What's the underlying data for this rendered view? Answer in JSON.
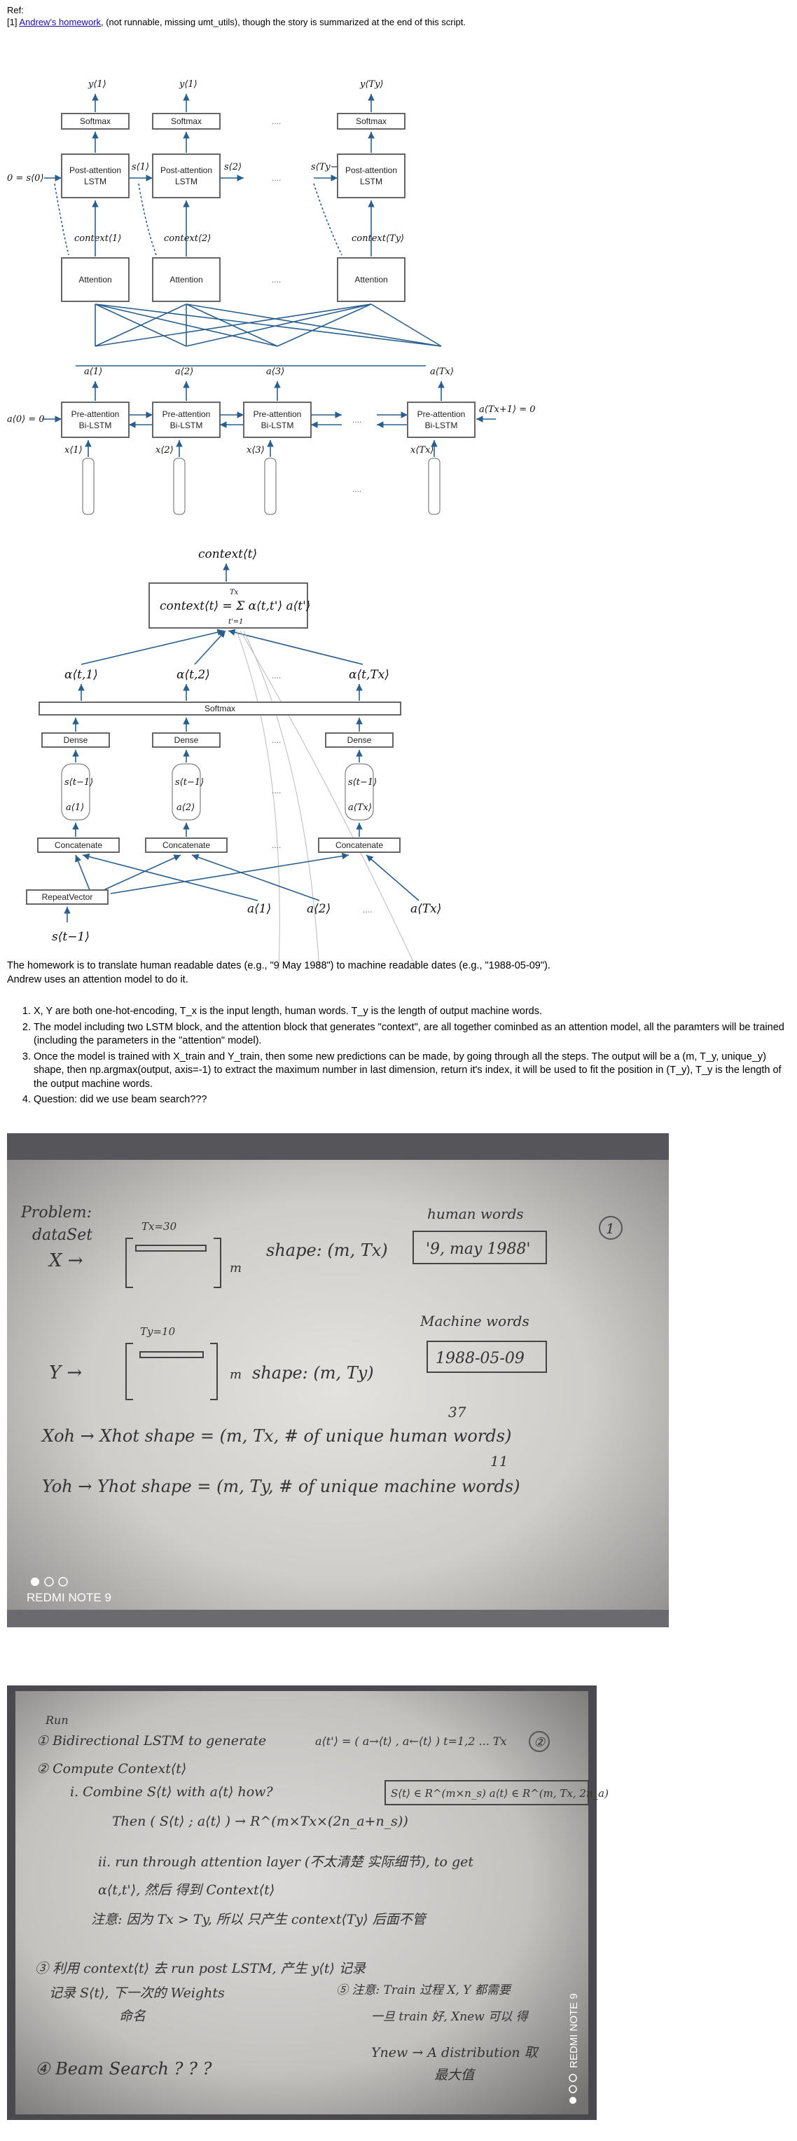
{
  "ref": {
    "heading": "Ref:",
    "item_prefix": "[1] ",
    "link_text": "Andrew's homework",
    "item_suffix": ", (not runnable, missing umt_utils), though the story is summarized at the end of this script."
  },
  "diagram1": {
    "outputs": [
      "y⟨1⟩",
      "y⟨1⟩",
      "y⟨Ty⟩"
    ],
    "softmax": "Softmax",
    "post_lstm_line1": "Post-attention",
    "post_lstm_line2": "LSTM",
    "s0_label": "0 = s⟨0⟩",
    "s_labels": [
      "s⟨1⟩",
      "s⟨2⟩",
      "s⟨Ty−1⟩"
    ],
    "context_labels": [
      "context⟨1⟩",
      "context⟨2⟩",
      "context⟨Ty⟩"
    ],
    "attention": "Attention",
    "ellipsis": "....",
    "a_labels": [
      "a⟨1⟩",
      "a⟨2⟩",
      "a⟨3⟩",
      "a⟨Tx⟩"
    ],
    "a0_label": "a⟨0⟩ = 0",
    "aT_label": "a⟨Tx+1⟩ = 0",
    "pre_lstm_line1": "Pre-attention",
    "pre_lstm_line2": "Bi-LSTM",
    "x_labels": [
      "x⟨1⟩",
      "x⟨2⟩",
      "x⟨3⟩",
      "x⟨Tx⟩"
    ]
  },
  "diagram2": {
    "context_top": "context⟨t⟩",
    "formula": "context⟨t⟩ = Σ α⟨t,t'⟩ a⟨t'⟩",
    "sum_upper": "Tx",
    "sum_lower": "t'=1",
    "alphas": [
      "α⟨t,1⟩",
      "α⟨t,2⟩",
      "α⟨t,Tx⟩"
    ],
    "softmax": "Softmax",
    "dense": "Dense",
    "s_prev": "s⟨t−1⟩",
    "a_vecs": [
      "a⟨1⟩",
      "a⟨2⟩",
      "a⟨Tx⟩"
    ],
    "concatenate": "Concatenate",
    "repeat_vector": "RepeatVector",
    "a_inputs": [
      "a⟨1⟩",
      "a⟨2⟩",
      "a⟨Tx⟩"
    ],
    "ellipsis": "....",
    "s_input": "s⟨t−1⟩"
  },
  "intro": {
    "line1": "The homework is to translate human readable dates (e.g., \"9 May 1988\") to machine readable dates (e.g., \"1988-05-09\").",
    "line2": "Andrew uses an attention model to do it."
  },
  "steps": [
    "X, Y are both one-hot-encoding, T_x is the input length, human words. T_y is the length of output machine words.",
    "The model including two LSTM block, and the attention block that generates \"context\", are all together cominbed as an attention model, all the paramters will be trained (including the parameters in the \"attention\" model).",
    "Once the model is trained with X_train and Y_train, then some new predictions can be made, by going through all the steps. The output will be a (m, T_y, unique_y) shape, then np.argmax(output, axis=-1) to extract the maximum number in last dimension, return it's index, it will be used to fit the position in (T_y), T_y is the length of the output machine words.",
    "Question: did we use beam search???"
  ],
  "photo1": {
    "l1": "Problem:",
    "l2": "dataSet",
    "x": "X →",
    "tx": "Tx=30",
    "m": "m",
    "shape_x": "shape: (m, Tx)",
    "human": "human words",
    "human_ex": "'9, may 1988'",
    "circle": "1",
    "ty": "Ty=10",
    "y": "Y →",
    "shape_y": "shape: (m, Ty)",
    "machine": "Machine words",
    "machine_ex": "1988-05-09",
    "n37": "37",
    "n11": "11",
    "xoh": "Xoh → Xhot shape = (m, Tx, # of unique human words)",
    "yoh": "Yoh → Yhot shape = (m, Ty, # of unique machine words)",
    "watermark": "REDMI NOTE 9"
  },
  "photo2": {
    "run": "Run",
    "s1": "① Bidirectional LSTM to generate",
    "s1b": "a⟨t'⟩ = ( a→⟨t⟩ , a←⟨t⟩ )  t=1,2 ... Tx",
    "c2": "②",
    "s2": "② Compute Context⟨t⟩",
    "s2a": "i. Combine S⟨t⟩ with a⟨t⟩ how?",
    "s2box": "S⟨t⟩ ∈ R^(m×n_s)   a⟨t⟩ ∈ R^(m, Tx, 2n_a)",
    "s2b": "Then ( S⟨t⟩ ; a⟨t⟩ ) → R^(m×Tx×(2n_a+n_s))",
    "s2c": "ii. run through attention layer (不太清楚 实际细节), to get",
    "s2d": "α⟨t,t'⟩, 然后 得到 Context⟨t⟩",
    "s2e": "注意: 因为 Tx > Ty, 所以 只产生 context⟨Ty⟩ 后面不管",
    "s3": "③ 利用 context⟨t⟩ 去 run  post LSTM, 产生 y⟨t⟩ 记录",
    "s3b": "记录 S⟨t⟩, 下一次的 Weights",
    "s3c": "命名",
    "s5": "⑤ 注意: Train 过程 X, Y 都需要",
    "s5b": "一旦 train 好, Xnew 可以 得",
    "s5c": "Ynew → A distribution 取",
    "s5d": "最大值",
    "s4": "④ Beam Search ? ? ?",
    "watermark": "REDMI NOTE 9"
  }
}
